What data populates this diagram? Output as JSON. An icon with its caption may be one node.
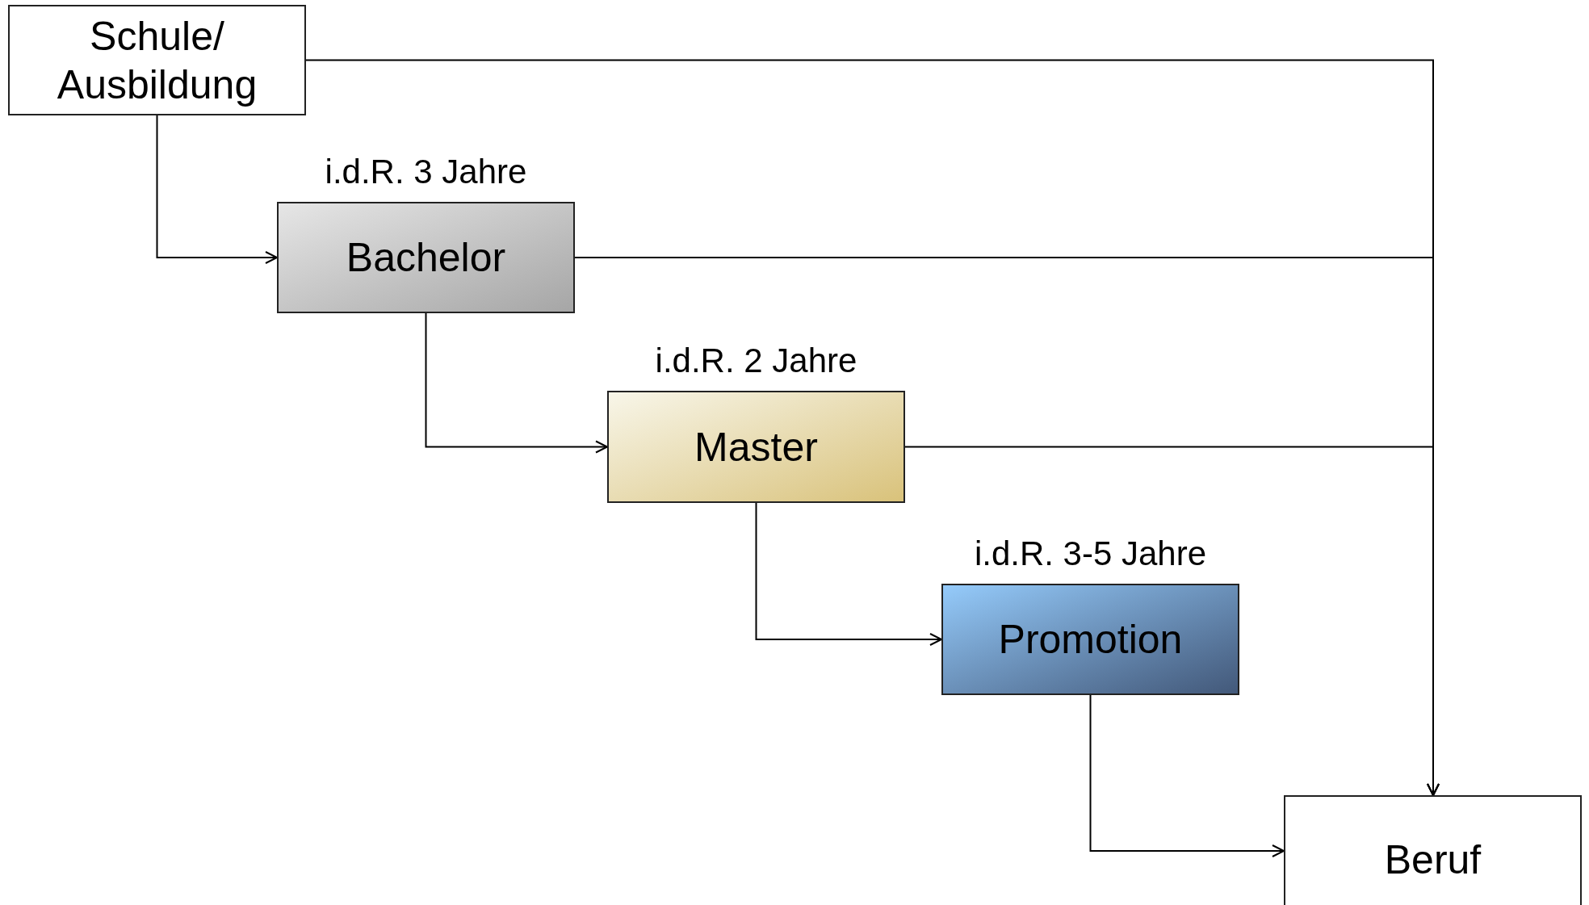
{
  "diagram": {
    "nodes": [
      {
        "text": [
          "Schule/ Ausbildung"
        ]
      },
      {
        "text": [
          "Bachelor"
        ],
        "beside": [
          "i.d.R. 3 Jahre"
        ]
      },
      {
        "text": [
          "Master"
        ],
        "beside": [
          "i.d.R. 2 Jahre"
        ]
      },
      {
        "text": [
          "Promotion"
        ],
        "beside": [
          "i.d.R. 3-5 Jahre"
        ]
      },
      {
        "text": [
          "Beruf"
        ]
      }
    ],
    "edges": [
      {
        "from": 0,
        "to": 1,
        "arrow": "to"
      },
      {
        "from": 1,
        "to": 2,
        "arrow": "to"
      },
      {
        "from": 2,
        "to": 3,
        "arrow": "to"
      },
      {
        "from": 3,
        "to": 4,
        "arrow": "to"
      },
      {
        "from": 0,
        "to": 4,
        "arrow": "to"
      },
      {
        "from": 1,
        "to": 4,
        "arrow": "to"
      },
      {
        "from": 2,
        "to": 4,
        "arrow": "to"
      }
    ]
  }
}
